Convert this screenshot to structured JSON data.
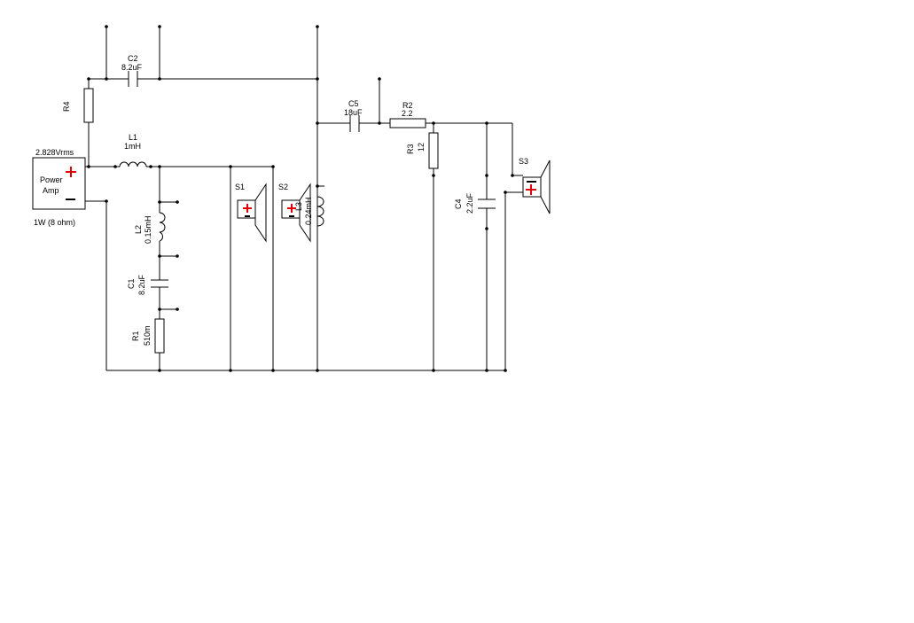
{
  "amp": {
    "voltage": "2.828Vrms",
    "name": "Power",
    "name2": "Amp",
    "power": "1W (8 ohm)",
    "plus_color": "#e00000"
  },
  "components": {
    "R4": {
      "ref": "R4"
    },
    "C2": {
      "ref": "C2",
      "value": "8.2uF"
    },
    "L1": {
      "ref": "L1",
      "value": "1mH"
    },
    "L2": {
      "ref": "L2",
      "value": "0.15mH"
    },
    "C1": {
      "ref": "C1",
      "value": "8.2uF"
    },
    "R1": {
      "ref": "R1",
      "value": "510m"
    },
    "S1": {
      "ref": "S1"
    },
    "S2": {
      "ref": "S2"
    },
    "L3": {
      "ref": "L3",
      "value": "0.24mH"
    },
    "C5": {
      "ref": "C5",
      "value": "18uF"
    },
    "R2": {
      "ref": "R2",
      "value": "2.2"
    },
    "R3": {
      "ref": "R3",
      "value": "12"
    },
    "C4": {
      "ref": "C4",
      "value": "2.2uF"
    },
    "S3": {
      "ref": "S3"
    }
  }
}
